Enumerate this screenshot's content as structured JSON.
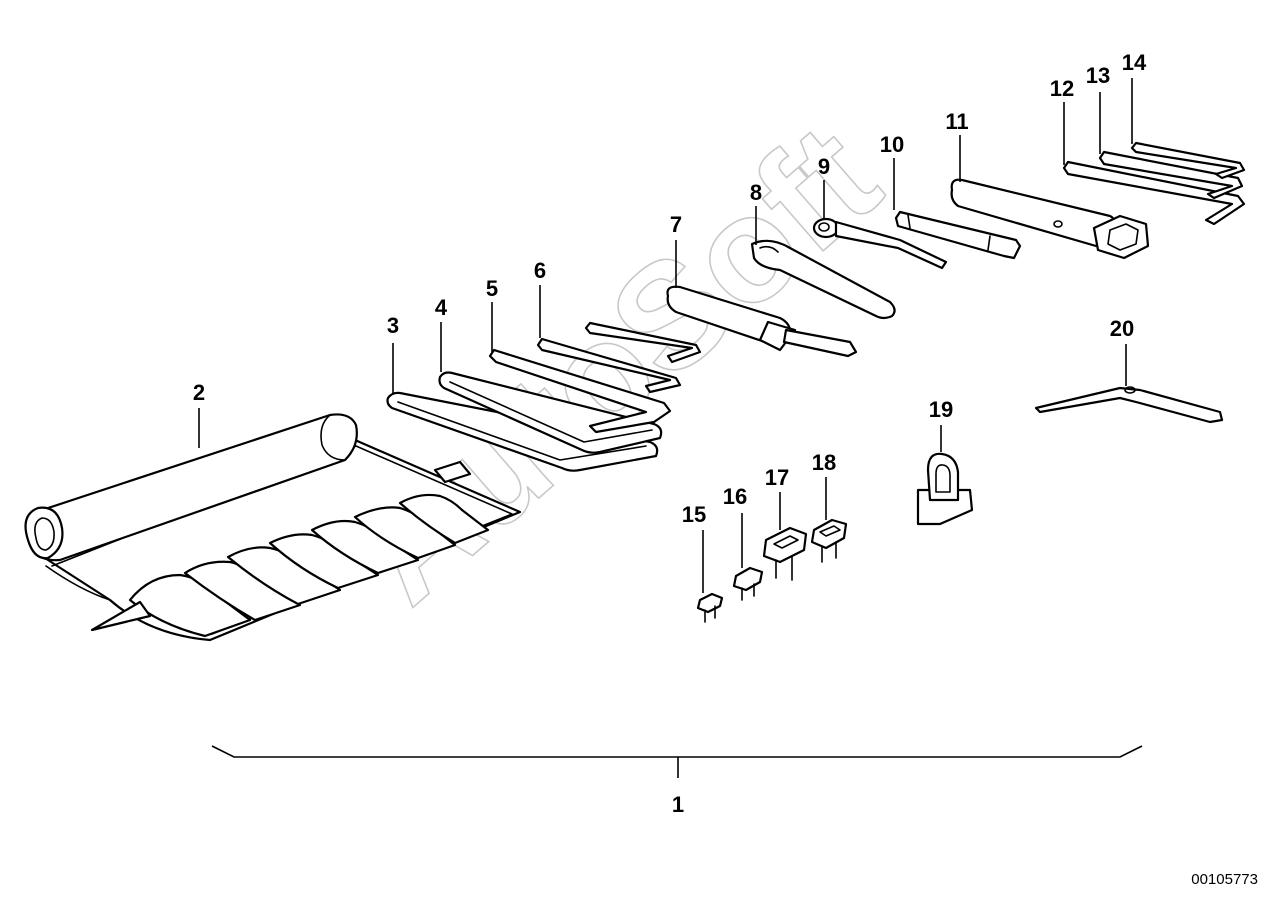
{
  "watermark": "AutoSoft",
  "reference_number": "00105773",
  "callouts": [
    "1",
    "2",
    "3",
    "4",
    "5",
    "6",
    "7",
    "8",
    "9",
    "10",
    "11",
    "12",
    "13",
    "14",
    "15",
    "16",
    "17",
    "18",
    "19",
    "20"
  ],
  "colors": {
    "line": "#000000",
    "background": "#ffffff",
    "watermark": "#c8c8c8"
  }
}
